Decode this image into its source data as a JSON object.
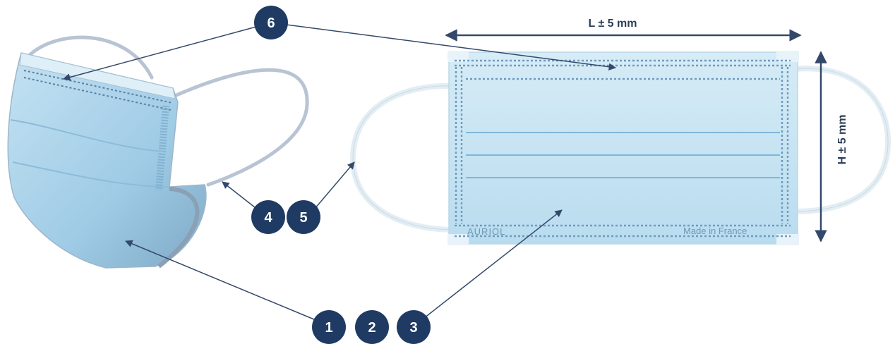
{
  "colors": {
    "badge": "#1f3b63",
    "arrow": "#34496a",
    "mask_light": "#cfe8f4",
    "mask_mid": "#a9d4ec",
    "mask_dark": "#84b7d6",
    "strap": "#e3eef4"
  },
  "dimensions": {
    "length_label": "L ± 5 mm",
    "height_label": "H ± 5 mm"
  },
  "callouts": {
    "c1": "1",
    "c2": "2",
    "c3": "3",
    "c4": "4",
    "c5": "5",
    "c6": "6"
  },
  "mask_print": {
    "brand": "AURIOL",
    "origin": "Made in France"
  }
}
